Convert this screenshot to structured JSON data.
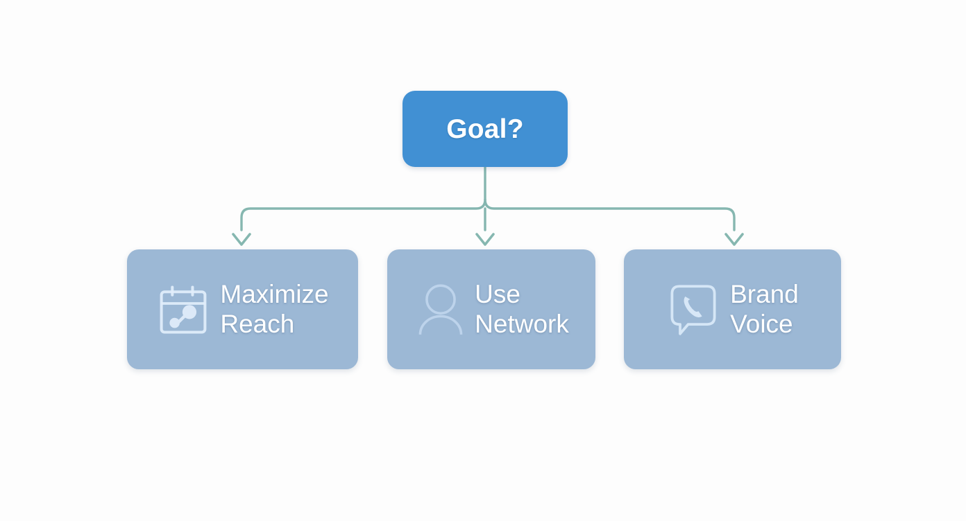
{
  "diagram": {
    "type": "decision-tree",
    "background_color": "#fdfdfd",
    "root": {
      "label": "Goal?",
      "fill_color": "#4190d3",
      "text_color": "#ffffff"
    },
    "connector": {
      "color": "#7fb3ac",
      "style": "elbow-with-arrowhead",
      "arrow_count": 3
    },
    "children": [
      {
        "id": "maximize-reach",
        "label": "Maximize\nReach",
        "line1": "Maximize",
        "line2": "Reach",
        "icon": "calendar-network-icon",
        "fill_color": "#9cb8d5",
        "text_color": "#ffffff"
      },
      {
        "id": "use-network",
        "label": "Use\nNetwork",
        "line1": "Use",
        "line2": "Network",
        "icon": "person-icon",
        "fill_color": "#9cb8d5",
        "text_color": "#ffffff"
      },
      {
        "id": "brand-voice",
        "label": "Brand\nVoice",
        "line1": "Brand",
        "line2": "Voice",
        "icon": "phone-speech-bubble-icon",
        "fill_color": "#9cb8d5",
        "text_color": "#ffffff"
      }
    ]
  }
}
